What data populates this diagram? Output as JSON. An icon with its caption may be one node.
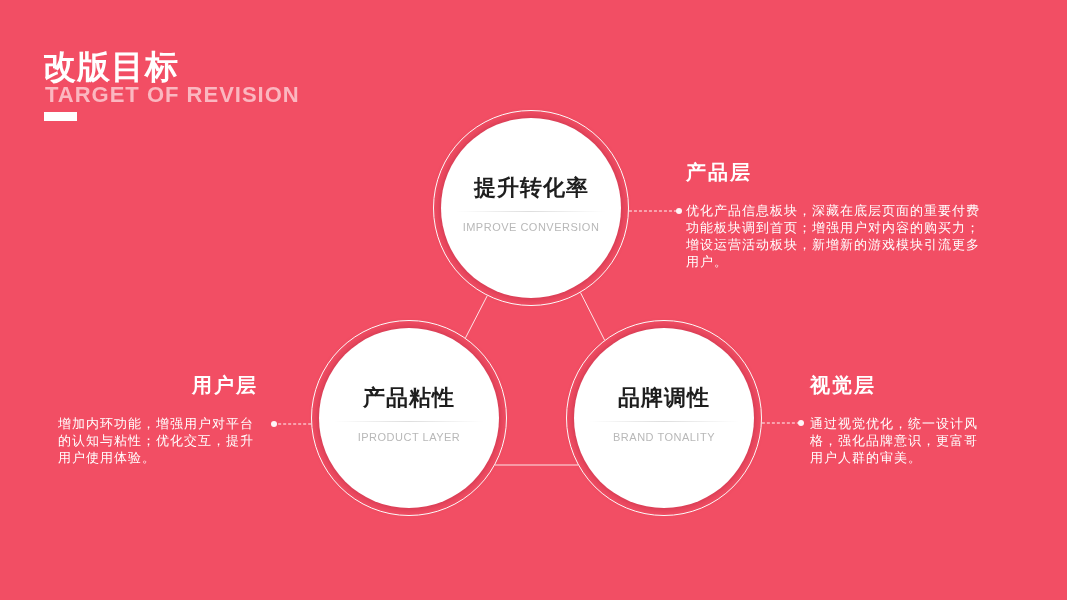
{
  "diagram": {
    "title": "改版目标",
    "nodes": [
      {
        "text": [
          "提升转化率",
          "IMPROVE CONVERSION"
        ]
      },
      {
        "text": [
          "产品层",
          "优化产品信息板块，深藏在底层页面的重要付费功能板块调到首页；增强用户对内容的购买力；增设运营活动板块，新增新的游戏模块引流更多用户。"
        ]
      },
      {
        "text": [
          "用户层",
          "增加内环功能，增强用户对平台的认知与粘性；优化交互，提升用户使用体验。"
        ]
      },
      {
        "text": [
          "产品粘性",
          "IPRODUCT LAYER"
        ]
      },
      {
        "text": [
          "品牌调性",
          "BRAND TONALITY"
        ]
      },
      {
        "text": [
          "视觉层",
          "通过视觉优化，统一设计风格，强化品牌意识，更富哥用户人群的审美。"
        ]
      }
    ],
    "edges": [
      {
        "from": 0,
        "to": 3,
        "arrow": "none"
      },
      {
        "from": 0,
        "to": 4,
        "arrow": "none"
      },
      {
        "from": 3,
        "to": 4,
        "arrow": "none"
      },
      {
        "from": 0,
        "to": 1,
        "arrow": "other",
        "style": "dashed"
      },
      {
        "from": 3,
        "to": 2,
        "arrow": "other",
        "style": "dashed"
      },
      {
        "from": 4,
        "to": 5,
        "arrow": "other",
        "style": "dashed"
      }
    ],
    "labels": [
      "TARGET OF REVISION"
    ]
  }
}
